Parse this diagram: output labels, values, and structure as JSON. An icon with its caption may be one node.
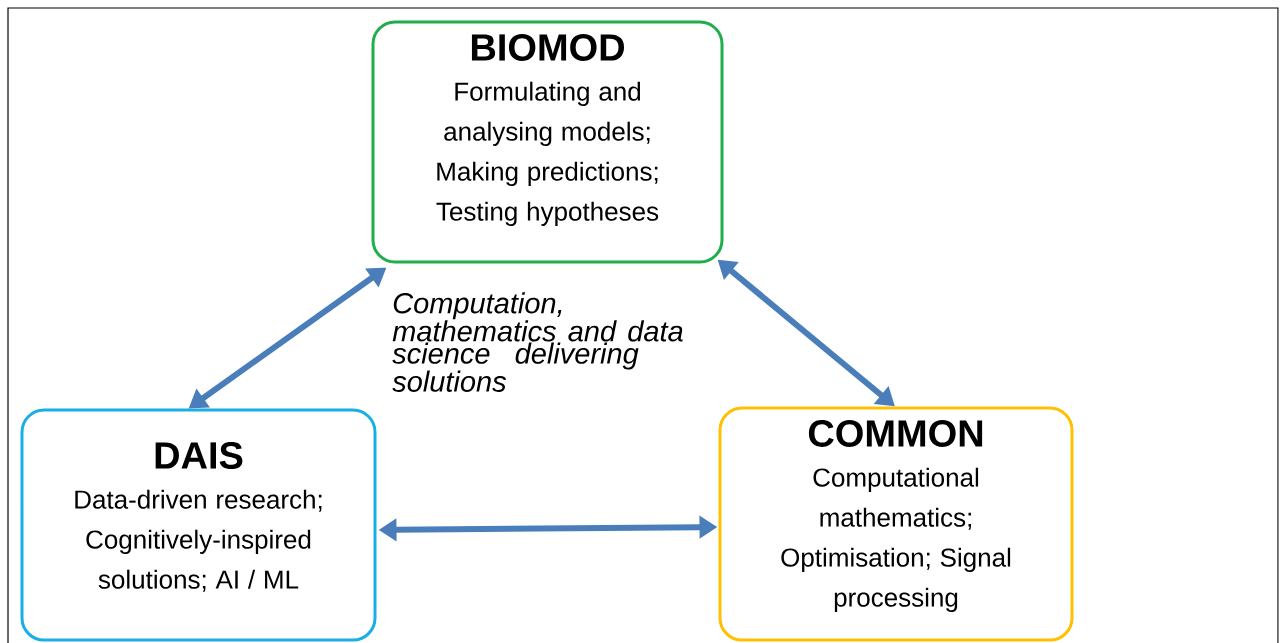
{
  "diagram": {
    "nodes": [
      {
        "text": [
          "BIOMOD",
          "Formulating and analysing models; Making predictions; Testing hypotheses"
        ]
      },
      {
        "text": [
          "DAIS",
          "Data-driven research; Cognitively-inspired solutions; AI / ML"
        ]
      },
      {
        "text": [
          "COMMON",
          "Computational mathematics; Optimisation; Signal processing"
        ]
      }
    ],
    "edges": [
      {
        "from": 0,
        "to": 1,
        "arrow": "both"
      },
      {
        "from": 0,
        "to": 2,
        "arrow": "both"
      },
      {
        "from": 1,
        "to": 2,
        "arrow": "both"
      }
    ],
    "labels": [
      "Computation, mathematics and data science delivering solutions"
    ]
  }
}
